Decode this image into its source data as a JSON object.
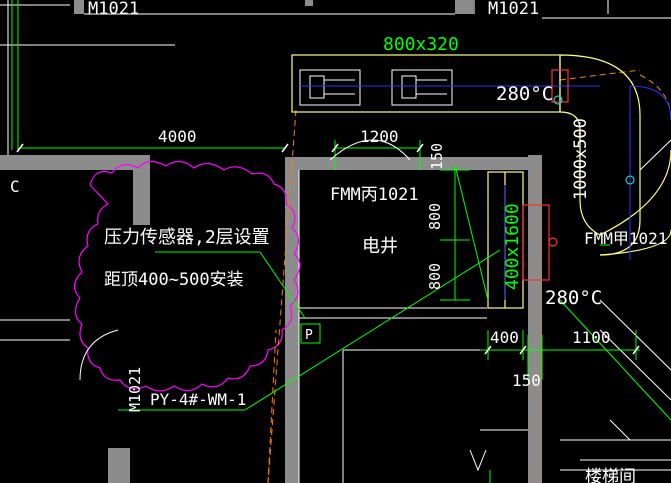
{
  "colors": {
    "background": "#000000",
    "wall": "#8c8c8c",
    "dimension": "#00ff00",
    "text_white": "#ffffff",
    "cloud_magenta": "#ff00ff",
    "duct_yellow": "#ffff80",
    "fire_red": "#ff3030",
    "orange_line": "#ff8000",
    "axis_blue": "#3030ff",
    "tan_line": "#c08040",
    "cyan": "#00ffff"
  },
  "labels": {
    "door_top_left": "M1021",
    "door_top_right": "M1021",
    "duct_size_top": "800x320",
    "temp_top": "280°C",
    "duct_size_vertical": "1000x500",
    "dim_4000": "4000",
    "dim_1200": "1200",
    "dim_150_top": "150",
    "door_fmm": "FMM丙1021",
    "shaft": "电井",
    "dim_800_upper": "800",
    "dim_800_lower": "800",
    "duct_size_small": "400x1600",
    "door_fmm_right": "FMM甲1021",
    "temp_right": "280°C",
    "note_line1": "压力传感器,2层设置",
    "note_line2": "距顶400~500安装",
    "sensor_mark": "P",
    "door_left_vertical": "M1021",
    "equipment_tag": "PY-4#-WM-1",
    "dim_400": "400",
    "dim_1100": "1100",
    "dim_150_bottom": "150",
    "left_edge_c": "C",
    "stair_label": "楼梯间"
  }
}
